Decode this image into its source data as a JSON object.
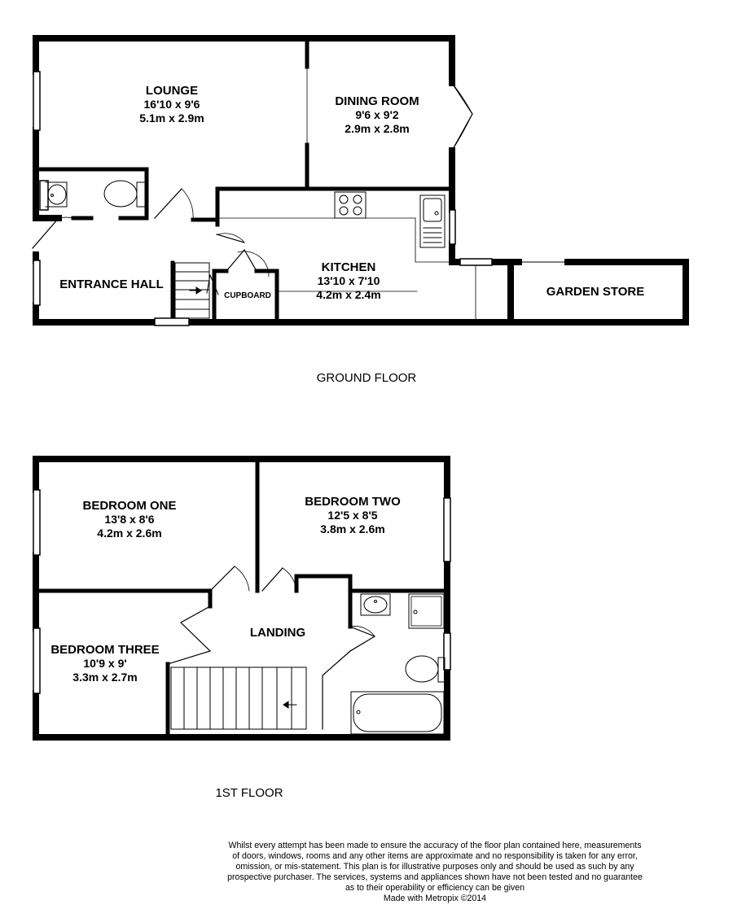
{
  "ground_floor": {
    "label": "GROUND FLOOR",
    "rooms": {
      "lounge": {
        "name": "LOUNGE",
        "imperial": "16'10 x 9'6",
        "metric": "5.1m x 2.9m"
      },
      "dining_room": {
        "name": "DINING ROOM",
        "imperial": "9'6 x 9'2",
        "metric": "2.9m x 2.8m"
      },
      "kitchen": {
        "name": "KITCHEN",
        "imperial": "13'10 x 7'10",
        "metric": "4.2m x 2.4m"
      },
      "entrance_hall": {
        "name": "ENTRANCE HALL"
      },
      "cupboard": {
        "name": "CUPBOARD"
      },
      "garden_store": {
        "name": "GARDEN STORE"
      }
    }
  },
  "first_floor": {
    "label": "1ST FLOOR",
    "rooms": {
      "bedroom_one": {
        "name": "BEDROOM ONE",
        "imperial": "13'8 x 8'6",
        "metric": "4.2m x 2.6m"
      },
      "bedroom_two": {
        "name": "BEDROOM TWO",
        "imperial": "12'5 x 8'5",
        "metric": "3.8m x 2.6m"
      },
      "bedroom_three": {
        "name": "BEDROOM THREE",
        "imperial": "10'9 x 9'",
        "metric": "3.3m x 2.7m"
      },
      "landing": {
        "name": "LANDING"
      }
    }
  },
  "disclaimer": {
    "lines": [
      "Whilst every attempt has been made to ensure the accuracy of the floor plan contained here, measurements",
      "of doors, windows, rooms and any other items are approximate and no responsibility is taken for any error,",
      "omission, or mis-statement. This plan is for illustrative purposes only and should be used as such by any",
      "prospective purchaser. The services, systems and appliances shown have not been tested and no guarantee",
      "as to their operability or efficiency can be given"
    ],
    "credit": "Made with Metropix ©2014"
  },
  "colors": {
    "wall": "#000000",
    "fixture": "#000000",
    "background": "#ffffff"
  }
}
